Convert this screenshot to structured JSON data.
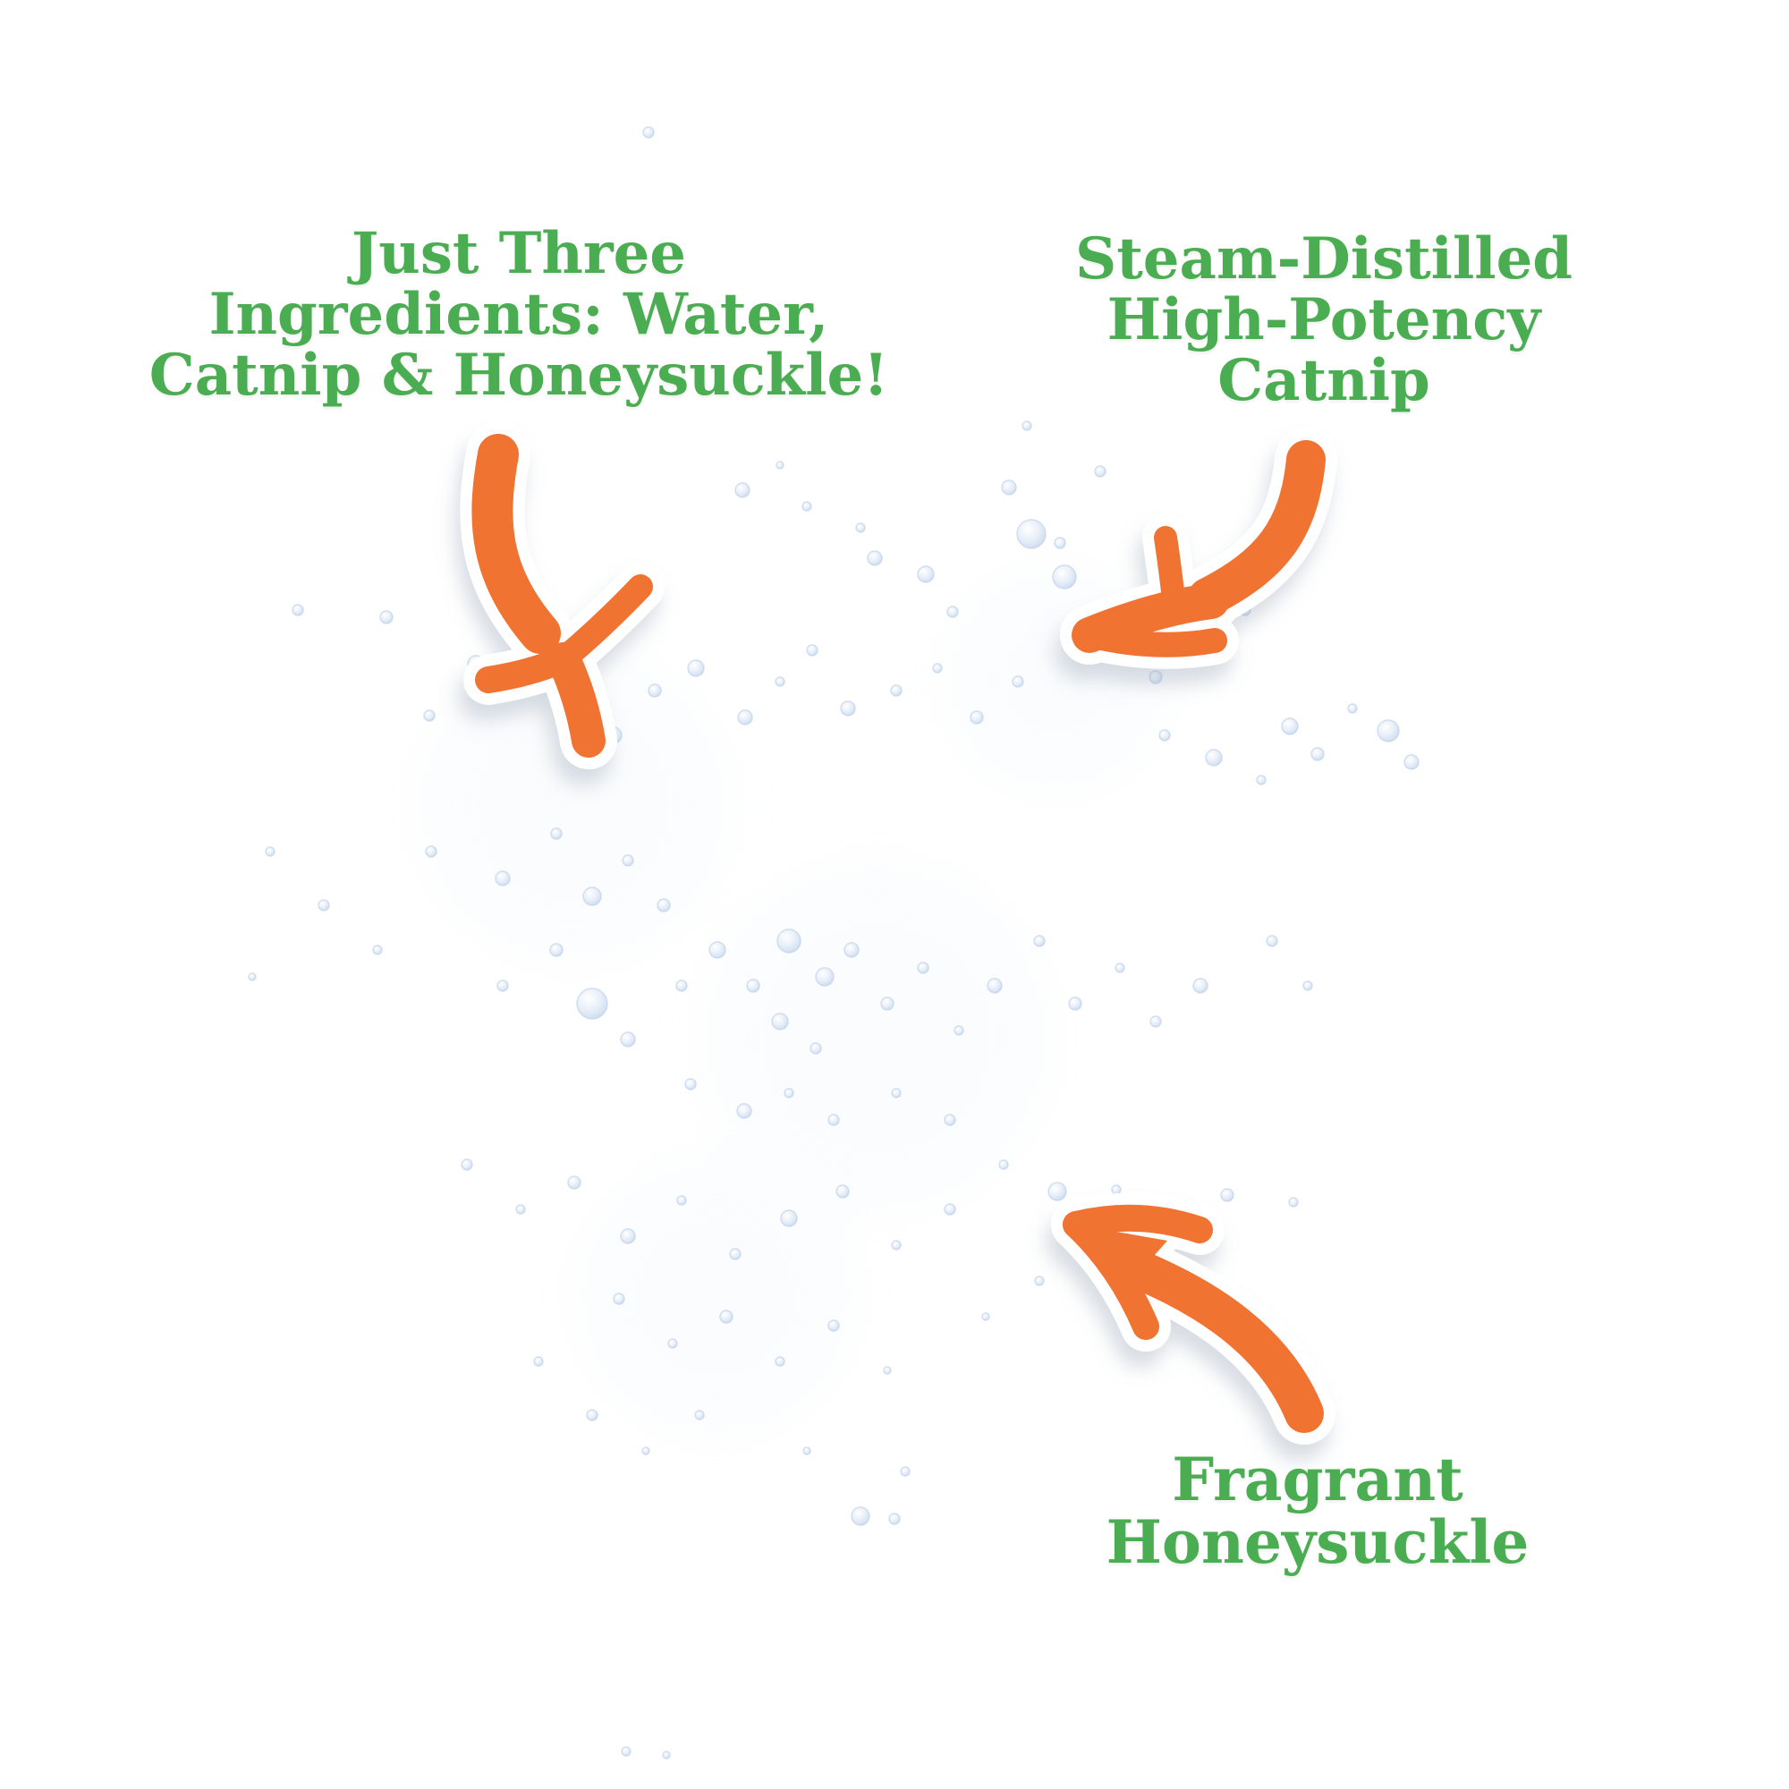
{
  "colors": {
    "background": "#ffffff",
    "text_green": "#4BAD51",
    "arrow_orange": "#F07330",
    "droplet_fill": "#DCE7F5",
    "droplet_edge": "#BDD0E9",
    "droplet_highlight": "#FFFFFF",
    "shadow": "#8F9CAE"
  },
  "callouts": {
    "ingredients": {
      "lines": [
        "Just Three",
        "Ingredients: Water,",
        "Catnip & Honeysuckle!"
      ]
    },
    "catnip": {
      "lines": [
        "Steam-Distilled",
        "High-Potency",
        "Catnip"
      ]
    },
    "honeysuckle": {
      "lines": [
        "Fragrant",
        "Honeysuckle"
      ]
    }
  },
  "mist_blobs": [
    [
      640,
      900,
      170
    ],
    [
      980,
      1160,
      190
    ],
    [
      800,
      1450,
      150
    ],
    [
      1180,
      760,
      120
    ]
  ],
  "droplets": [
    [
      725,
      148,
      6
    ],
    [
      1148,
      476,
      5
    ],
    [
      557,
      600,
      9
    ],
    [
      588,
      646,
      13
    ],
    [
      830,
      548,
      8
    ],
    [
      902,
      566,
      5
    ],
    [
      962,
      590,
      5
    ],
    [
      978,
      624,
      8
    ],
    [
      1035,
      642,
      9
    ],
    [
      1153,
      597,
      16
    ],
    [
      1128,
      545,
      8
    ],
    [
      1230,
      527,
      6
    ],
    [
      1297,
      641,
      11
    ],
    [
      1452,
      570,
      5
    ],
    [
      872,
      520,
      4
    ],
    [
      1065,
      684,
      6
    ],
    [
      1185,
      607,
      6
    ],
    [
      333,
      682,
      6
    ],
    [
      432,
      690,
      7
    ],
    [
      480,
      800,
      6
    ],
    [
      532,
      742,
      9
    ],
    [
      612,
      762,
      6
    ],
    [
      648,
      788,
      17
    ],
    [
      686,
      822,
      9
    ],
    [
      732,
      772,
      7
    ],
    [
      778,
      747,
      9
    ],
    [
      833,
      802,
      8
    ],
    [
      872,
      762,
      5
    ],
    [
      908,
      727,
      6
    ],
    [
      948,
      792,
      8
    ],
    [
      1002,
      772,
      6
    ],
    [
      1048,
      747,
      5
    ],
    [
      1092,
      802,
      7
    ],
    [
      1138,
      762,
      6
    ],
    [
      1190,
      645,
      13
    ],
    [
      1247,
      702,
      6
    ],
    [
      1292,
      757,
      7
    ],
    [
      1348,
      722,
      5
    ],
    [
      1392,
      682,
      6
    ],
    [
      1442,
      812,
      9
    ],
    [
      1473,
      843,
      7
    ],
    [
      1512,
      792,
      5
    ],
    [
      1552,
      817,
      12
    ],
    [
      1578,
      852,
      8
    ],
    [
      1302,
      822,
      6
    ],
    [
      1357,
      847,
      9
    ],
    [
      1410,
      872,
      5
    ],
    [
      282,
      1092,
      4
    ],
    [
      302,
      952,
      5
    ],
    [
      362,
      1012,
      6
    ],
    [
      422,
      1062,
      5
    ],
    [
      482,
      952,
      6
    ],
    [
      562,
      982,
      8
    ],
    [
      622,
      932,
      6
    ],
    [
      662,
      1002,
      10
    ],
    [
      702,
      962,
      6
    ],
    [
      742,
      1012,
      7
    ],
    [
      622,
      1062,
      7
    ],
    [
      562,
      1102,
      6
    ],
    [
      662,
      1122,
      17
    ],
    [
      702,
      1162,
      8
    ],
    [
      762,
      1102,
      6
    ],
    [
      802,
      1062,
      9
    ],
    [
      842,
      1102,
      7
    ],
    [
      882,
      1052,
      13
    ],
    [
      922,
      1092,
      10
    ],
    [
      952,
      1062,
      8
    ],
    [
      872,
      1142,
      9
    ],
    [
      912,
      1172,
      6
    ],
    [
      992,
      1122,
      7
    ],
    [
      1032,
      1082,
      6
    ],
    [
      1072,
      1152,
      5
    ],
    [
      1112,
      1102,
      8
    ],
    [
      1162,
      1052,
      6
    ],
    [
      1202,
      1122,
      7
    ],
    [
      1252,
      1082,
      5
    ],
    [
      1292,
      1142,
      6
    ],
    [
      1342,
      1102,
      8
    ],
    [
      1422,
      1052,
      6
    ],
    [
      1462,
      1102,
      5
    ],
    [
      772,
      1212,
      6
    ],
    [
      832,
      1242,
      8
    ],
    [
      882,
      1222,
      5
    ],
    [
      932,
      1252,
      6
    ],
    [
      1002,
      1222,
      5
    ],
    [
      1062,
      1252,
      6
    ],
    [
      1122,
      1302,
      5
    ],
    [
      1182,
      1332,
      10
    ],
    [
      1248,
      1330,
      5
    ],
    [
      1372,
      1336,
      7
    ],
    [
      1446,
      1344,
      5
    ],
    [
      522,
      1302,
      6
    ],
    [
      582,
      1352,
      5
    ],
    [
      642,
      1322,
      7
    ],
    [
      702,
      1382,
      8
    ],
    [
      762,
      1342,
      5
    ],
    [
      822,
      1402,
      6
    ],
    [
      882,
      1362,
      9
    ],
    [
      942,
      1332,
      7
    ],
    [
      1002,
      1392,
      5
    ],
    [
      1062,
      1352,
      6
    ],
    [
      692,
      1452,
      6
    ],
    [
      752,
      1502,
      5
    ],
    [
      812,
      1472,
      7
    ],
    [
      872,
      1522,
      5
    ],
    [
      932,
      1482,
      6
    ],
    [
      992,
      1532,
      4
    ],
    [
      1102,
      1472,
      4
    ],
    [
      1162,
      1432,
      5
    ],
    [
      602,
      1522,
      5
    ],
    [
      662,
      1582,
      6
    ],
    [
      722,
      1622,
      4
    ],
    [
      782,
      1582,
      5
    ],
    [
      902,
      1622,
      4
    ],
    [
      962,
      1695,
      10
    ],
    [
      1000,
      1698,
      6
    ],
    [
      1012,
      1645,
      5
    ],
    [
      700,
      1958,
      5
    ],
    [
      745,
      1962,
      4
    ]
  ]
}
